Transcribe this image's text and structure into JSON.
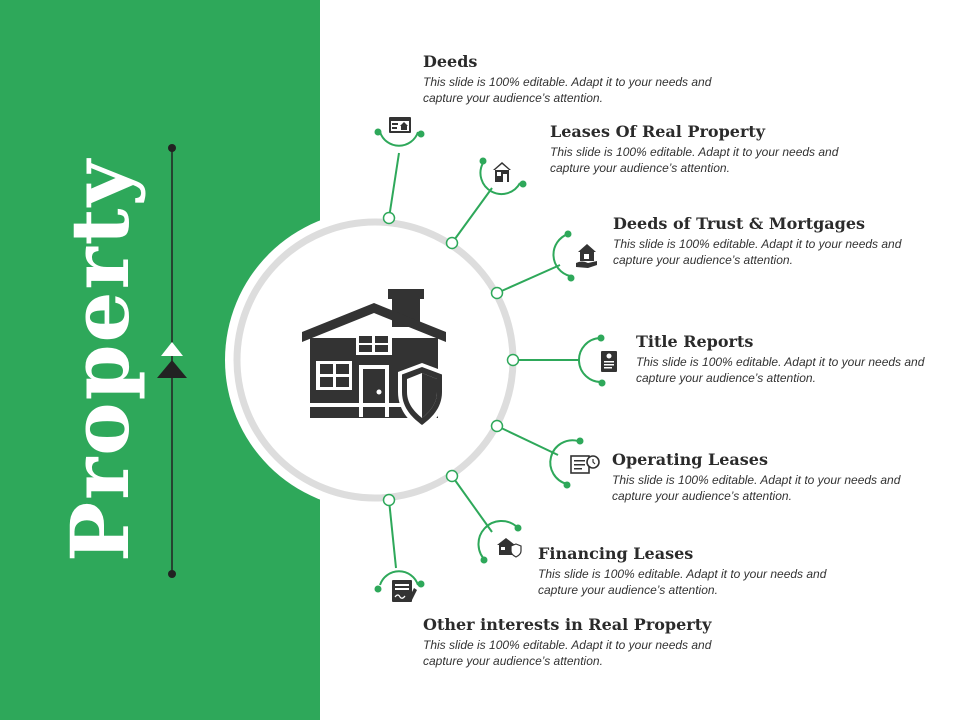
{
  "slide": {
    "title": "Property",
    "colors": {
      "panel": "#2ea85a",
      "accent": "#2ea85a",
      "ring": "#dddddd",
      "icon": "#333333",
      "text": "#2b2b2b"
    },
    "center_icon": "house-shield-icon",
    "items": [
      {
        "title": "Deeds",
        "desc": "This slide is 100% editable. Adapt it to your needs and capture your audience’s attention.",
        "icon": "certificate-icon"
      },
      {
        "title": "Leases Of Real Property",
        "desc": "This slide is 100% editable. Adapt it to your needs and capture your audience’s attention.",
        "icon": "house-icon"
      },
      {
        "title": "Deeds of Trust & Mortgages",
        "desc": "This slide is 100% editable. Adapt it to your needs and capture your audience’s attention.",
        "icon": "house-hand-icon"
      },
      {
        "title": "Title Reports",
        "desc": "This slide is 100% editable. Adapt it to your needs and capture your audience’s attention.",
        "icon": "document-pin-icon"
      },
      {
        "title": "Operating Leases",
        "desc": "This slide is 100% editable. Adapt it to your needs and capture your audience’s attention.",
        "icon": "document-clock-icon"
      },
      {
        "title": "Financing Leases",
        "desc": "This slide is 100% editable. Adapt it to your needs and capture your audience’s attention.",
        "icon": "house-shield-small-icon"
      },
      {
        "title": "Other interests in Real Property",
        "desc": "This slide is 100% editable. Adapt it to your needs and capture your audience’s attention.",
        "icon": "contract-sign-icon"
      }
    ]
  }
}
